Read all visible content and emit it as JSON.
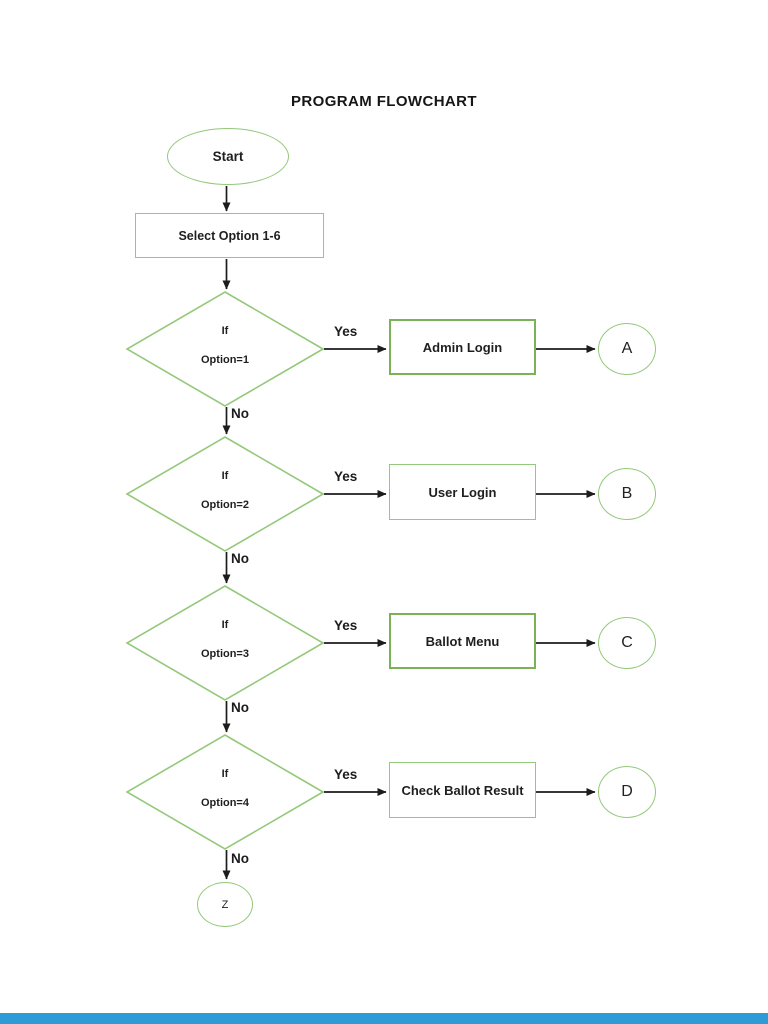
{
  "title": "PROGRAM FLOWCHART",
  "nodes": {
    "start": "Start",
    "select_option": "Select Option 1-6",
    "end": "Z"
  },
  "rows": [
    {
      "condition_line1": "If",
      "condition_line2": "Option=1",
      "yes": "Yes",
      "no": "No",
      "action": "Admin Login",
      "connector": "A"
    },
    {
      "condition_line1": "If",
      "condition_line2": "Option=2",
      "yes": "Yes",
      "no": "No",
      "action": "User Login",
      "connector": "B"
    },
    {
      "condition_line1": "If",
      "condition_line2": "Option=3",
      "yes": "Yes",
      "no": "No",
      "action": "Ballot Menu",
      "connector": "C"
    },
    {
      "condition_line1": "If",
      "condition_line2": "Option=4",
      "yes": "Yes",
      "no": "No",
      "action": "Check Ballot Result",
      "connector": "D"
    }
  ],
  "colors": {
    "shape_border_green": "#94c87a",
    "shape_border_green_strong": "#79b259",
    "arrow_black": "#1c1c1c",
    "text": "#1f1f1f",
    "footer_bar_blue": "#2e9bd6"
  }
}
